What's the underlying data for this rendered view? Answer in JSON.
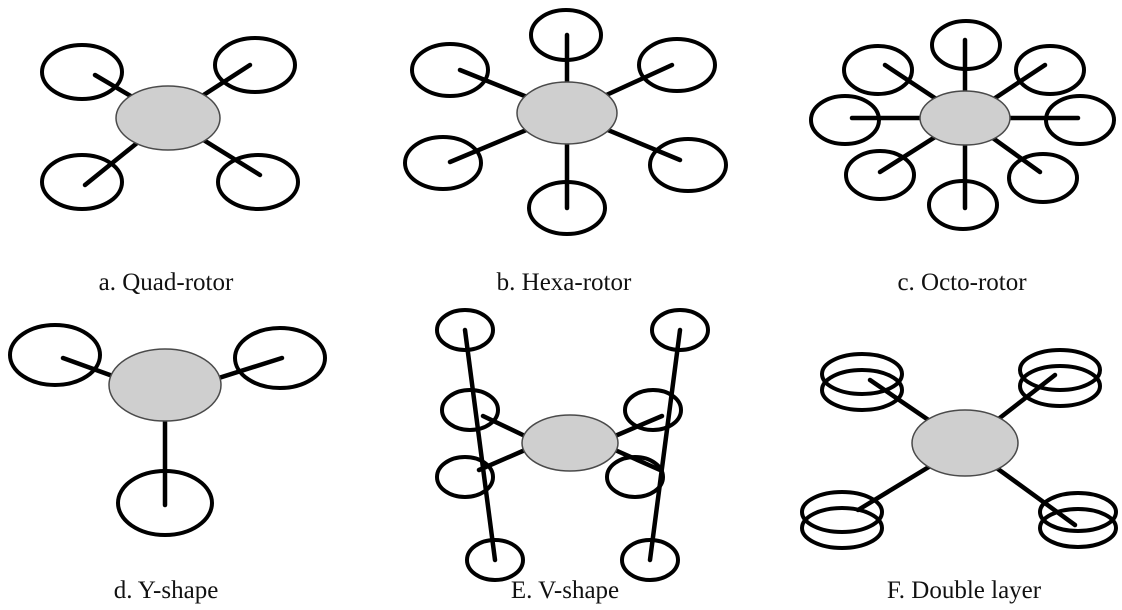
{
  "colors": {
    "body_fill": "#cfcfcf",
    "line": "#000000",
    "background": "#ffffff"
  },
  "configurations": [
    {
      "caption": "a. Quad-rotor"
    },
    {
      "caption": "b. Hexa-rotor"
    },
    {
      "caption": "c. Octo-rotor"
    },
    {
      "caption": "d. Y-shape"
    },
    {
      "caption": "E. V-shape"
    },
    {
      "caption": "F. Double layer"
    }
  ]
}
